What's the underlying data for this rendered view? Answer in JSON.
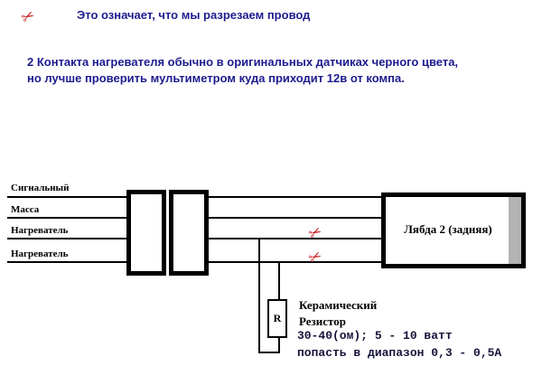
{
  "legend": {
    "scissors_glyph": "✂",
    "text": "Это означает, что мы разрезаем провод"
  },
  "note": {
    "line1": "2 Контакта  нагревателя обычно в оригинальных датчиках черного цвета,",
    "line2": "но лучше проверить мультиметром куда приходит 12в от компа."
  },
  "diagram": {
    "wires": [
      "Сигнальный",
      "Масса",
      "Нагреватель",
      "Нагреватель"
    ],
    "sensor_label": "Лябда 2 (задняя)",
    "resistor_symbol": "R",
    "resistor_caption_line1": "Керамический",
    "resistor_caption_line2": "Резистор",
    "resistor_spec_line1": "30-40(ом); 5 - 10 ватт",
    "resistor_spec_line2": "попасть в диапазон 0,3 - 0,5А"
  },
  "colors": {
    "text_navy": "#1c1c8f",
    "scissors_red": "#cc2222",
    "line_black": "#000000",
    "connector_gray": "#b3b3b3"
  }
}
